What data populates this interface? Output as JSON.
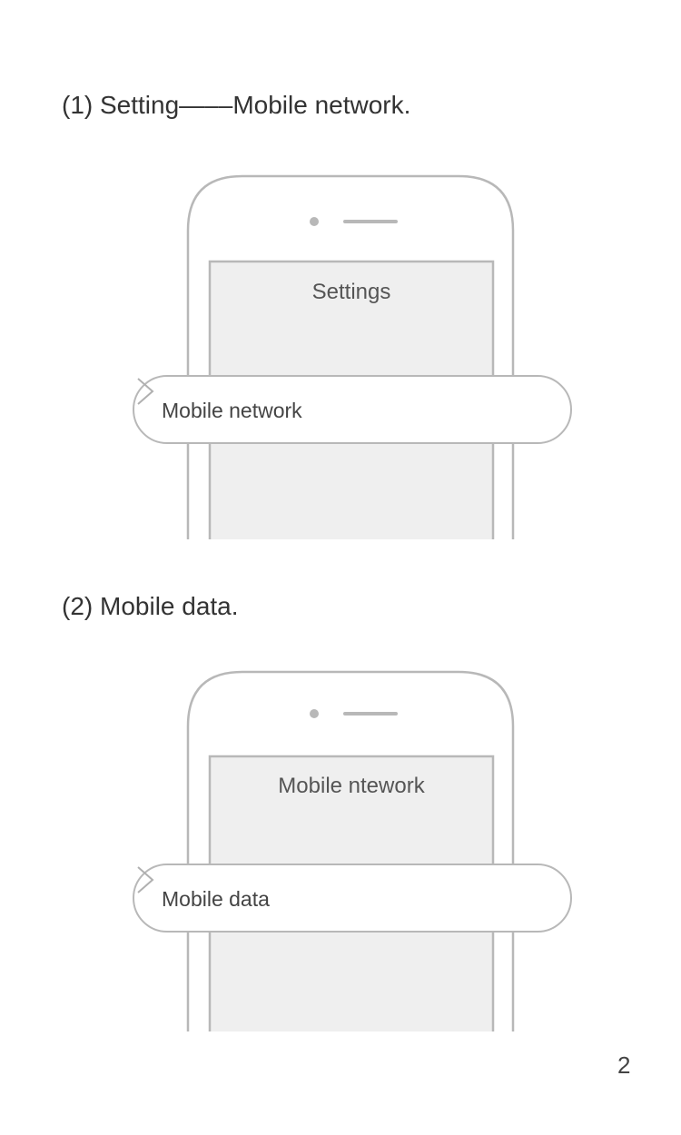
{
  "steps": [
    {
      "title": "(1) Setting—––Mobile network.",
      "screen_title": "Settings",
      "row_label": "Mobile network",
      "row_icon": "chevron-right-icon"
    },
    {
      "title": "(2) Mobile data.",
      "screen_title": "Mobile ntework",
      "row_label": "Mobile data",
      "row_icon": "chevron-right-icon"
    }
  ],
  "page_number": "2",
  "colors": {
    "outline": "#b8b8b8",
    "screen_fill": "#efefef",
    "text": "#333333"
  }
}
